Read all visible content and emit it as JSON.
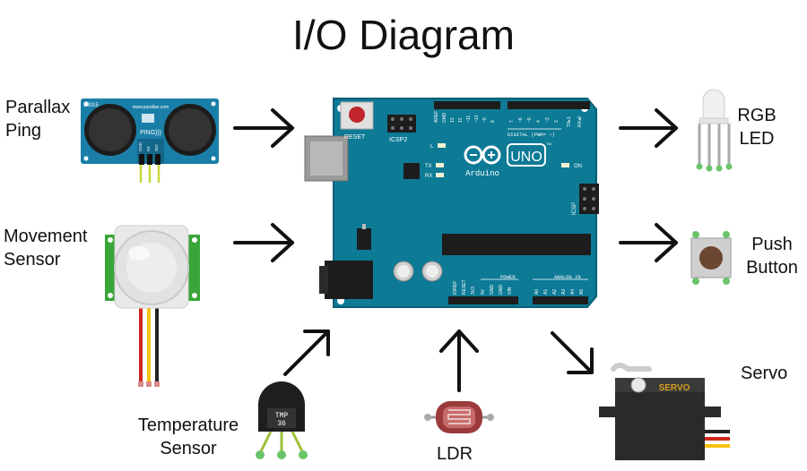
{
  "title": "I/O Diagram",
  "inputs": {
    "ping": {
      "line1": "Parallax",
      "line2": "Ping",
      "module_id": "28015",
      "module_url": "www.parallax.com",
      "module_name": "PING)))",
      "pins": [
        "GND",
        "5V",
        "SIG"
      ]
    },
    "pir": {
      "line1": "Movement",
      "line2": "Sensor"
    },
    "temperature": {
      "line1": "Temperature",
      "line2": "Sensor",
      "chip_line1": "TMP",
      "chip_line2": "36"
    },
    "ldr": {
      "label": "LDR"
    }
  },
  "outputs": {
    "rgb": {
      "line1": "RGB",
      "line2": "LED"
    },
    "button": {
      "line1": "Push",
      "line2": "Button"
    },
    "servo": {
      "label": "Servo",
      "body_text": "SERVO"
    }
  },
  "board": {
    "reset": "RESET",
    "icsp2": "ICSP2",
    "icsp": "ICSP",
    "brand": "Arduino",
    "model": "UNO",
    "tm": "TM",
    "digital_label": "DIGITAL (PWM= ~)",
    "power_label": "POWER",
    "analog_label": "ANALOG IN",
    "led_l": "L",
    "led_tx": "TX",
    "led_rx": "RX",
    "led_on": "ON",
    "digital_pins": [
      "AREF",
      "GND",
      "13",
      "12",
      "~11",
      "~10",
      "~9",
      "8",
      "7",
      "~6",
      "~5",
      "4",
      "~3",
      "2",
      "TX▸1",
      "RX◂0"
    ],
    "power_pins": [
      "IOREF",
      "RESET",
      "3V3",
      "5V",
      "GND",
      "GND",
      "VIN"
    ],
    "analog_pins": [
      "A0",
      "A1",
      "A2",
      "A3",
      "A4",
      "A5"
    ]
  },
  "colors": {
    "board": "#0d7a96",
    "board_dark": "#0a5f75",
    "header": "#1d1d1d",
    "ping_board": "#1a7fa8",
    "pir_board": "#38a638",
    "servo_label": "#d4a020",
    "wire_red": "#d0261c",
    "wire_yellow": "#f4c20d",
    "wire_black": "#222222"
  }
}
